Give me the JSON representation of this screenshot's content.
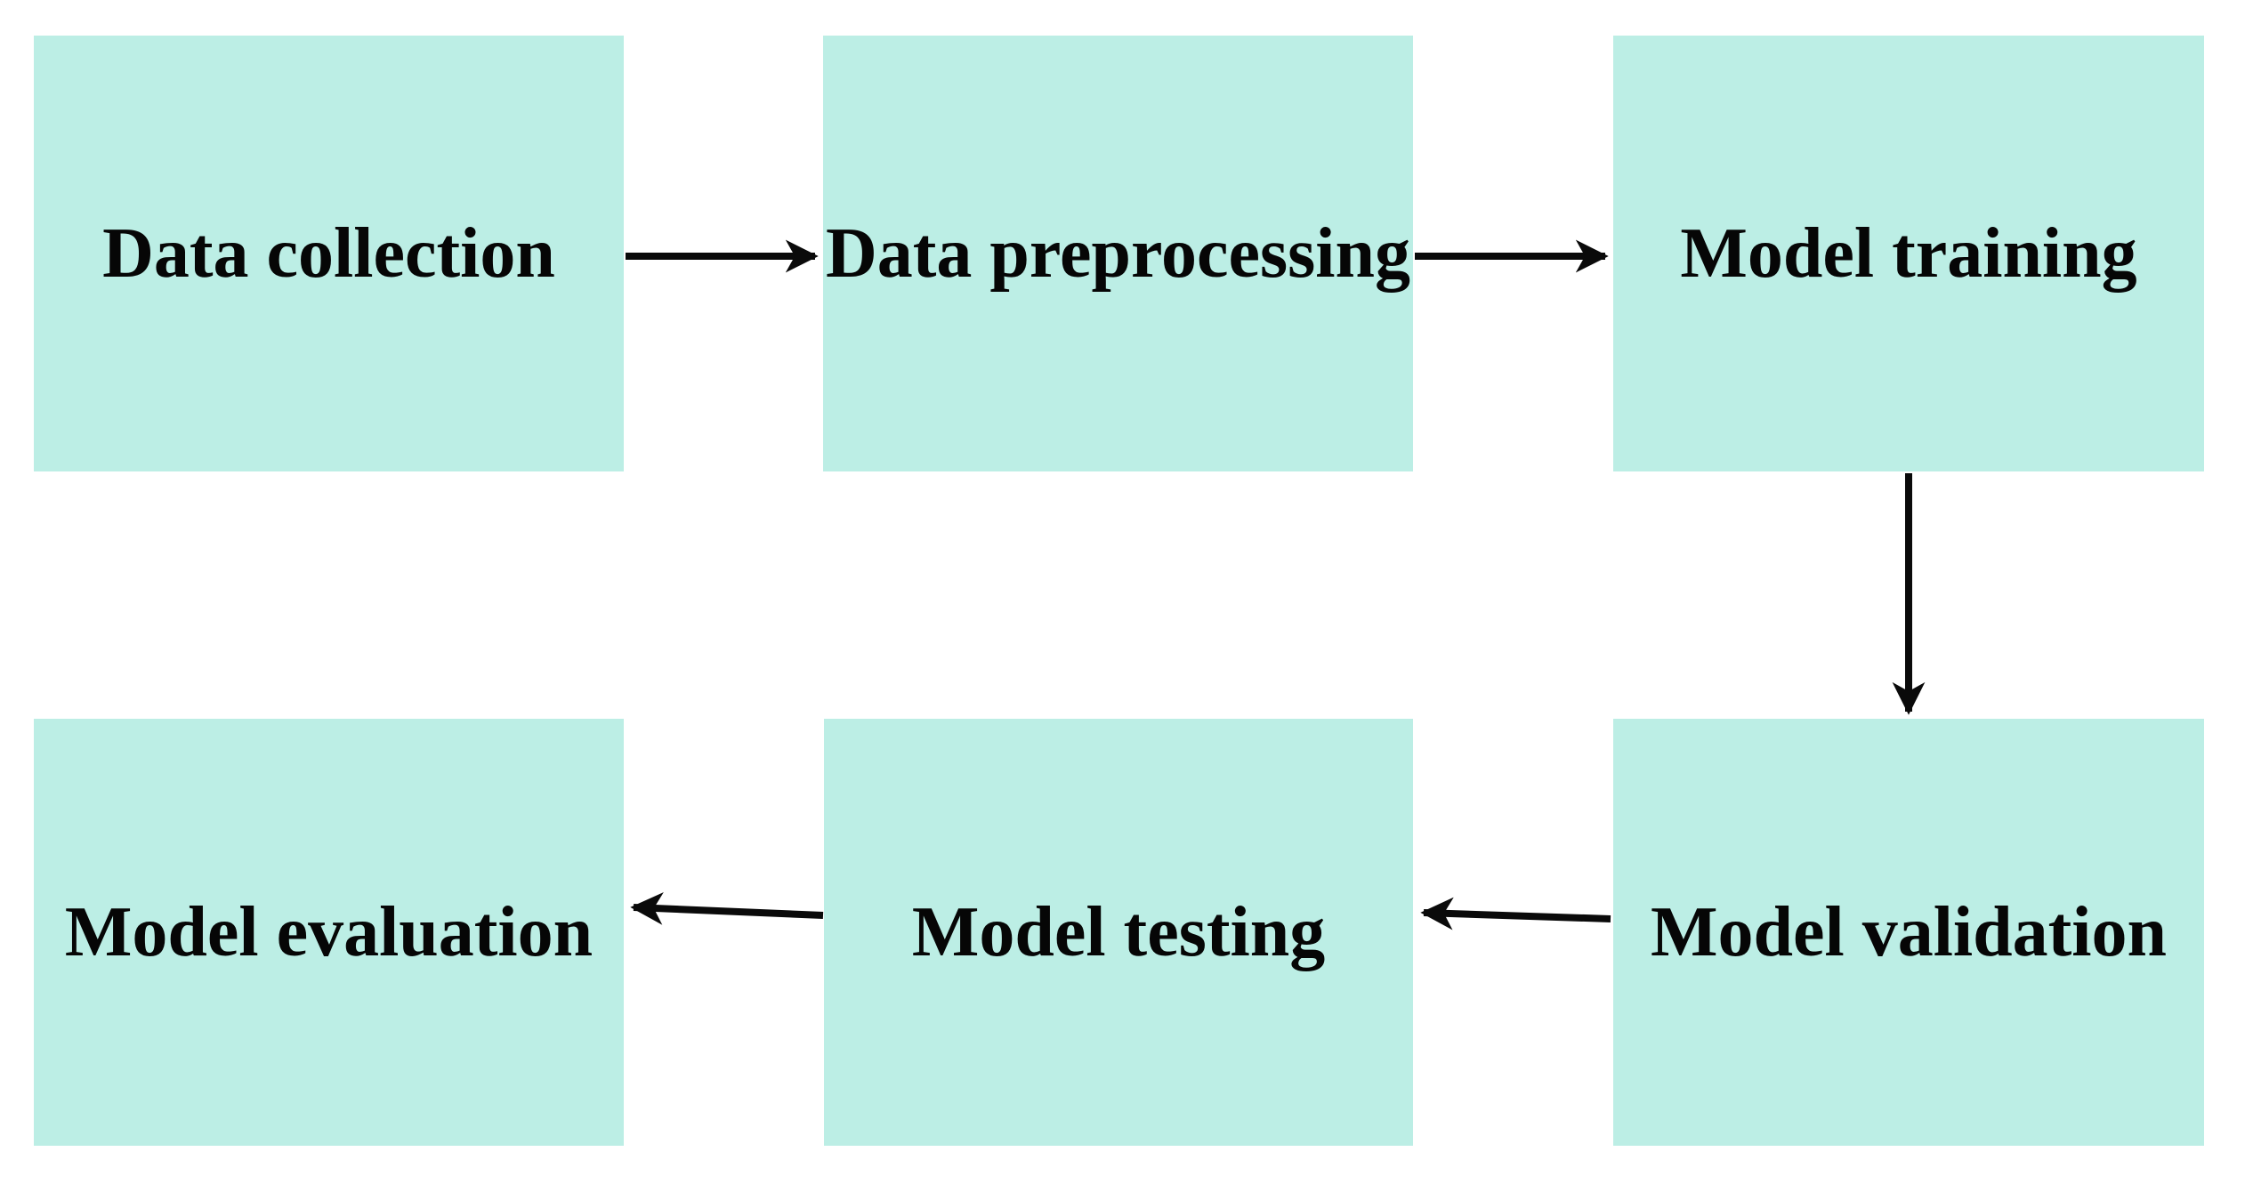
{
  "diagram": {
    "description": "Machine learning workflow flowchart",
    "background_color": "#ffffff",
    "node_fill_color": "#bceee5",
    "text_color": "#060606",
    "arrow_color": "#0a0a0a",
    "nodes": [
      {
        "id": "data-collection",
        "label": "Data collection"
      },
      {
        "id": "data-preprocessing",
        "label": "Data preprocessing"
      },
      {
        "id": "model-training",
        "label": "Model training"
      },
      {
        "id": "model-evaluation",
        "label": "Model evaluation"
      },
      {
        "id": "model-testing",
        "label": "Model testing"
      },
      {
        "id": "model-validation",
        "label": "Model validation"
      }
    ],
    "edges": [
      {
        "from": "data-collection",
        "to": "data-preprocessing",
        "direction": "right"
      },
      {
        "from": "data-preprocessing",
        "to": "model-training",
        "direction": "right"
      },
      {
        "from": "model-training",
        "to": "model-validation",
        "direction": "down"
      },
      {
        "from": "model-validation",
        "to": "model-testing",
        "direction": "left"
      },
      {
        "from": "model-testing",
        "to": "model-evaluation",
        "direction": "left"
      }
    ]
  }
}
